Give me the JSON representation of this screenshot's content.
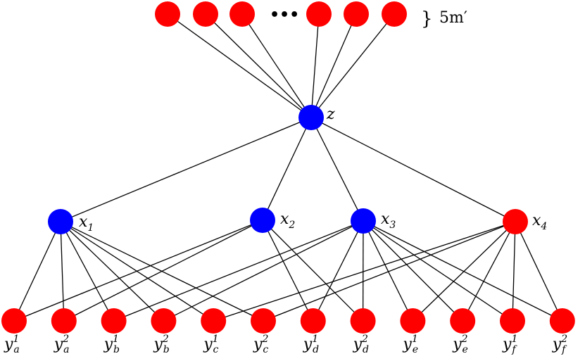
{
  "colors": {
    "red": "#ff0000",
    "blue": "#0000ff"
  },
  "top_group": {
    "brace": "}",
    "count_label": "5m′",
    "ellipsis": "•••"
  },
  "hub": {
    "name": "z",
    "color": "blue"
  },
  "mid_nodes": [
    {
      "name": "x",
      "sub": "1",
      "color": "blue"
    },
    {
      "name": "x",
      "sub": "2",
      "color": "blue"
    },
    {
      "name": "x",
      "sub": "3",
      "color": "blue"
    },
    {
      "name": "x",
      "sub": "4",
      "color": "red"
    }
  ],
  "bottom_nodes": [
    {
      "name": "y",
      "sub": "a",
      "sup": "1"
    },
    {
      "name": "y",
      "sub": "a",
      "sup": "2"
    },
    {
      "name": "y",
      "sub": "b",
      "sup": "1"
    },
    {
      "name": "y",
      "sub": "b",
      "sup": "2"
    },
    {
      "name": "y",
      "sub": "c",
      "sup": "1"
    },
    {
      "name": "y",
      "sub": "c",
      "sup": "2"
    },
    {
      "name": "y",
      "sub": "d",
      "sup": "1"
    },
    {
      "name": "y",
      "sub": "d",
      "sup": "2"
    },
    {
      "name": "y",
      "sub": "e",
      "sup": "1"
    },
    {
      "name": "y",
      "sub": "e",
      "sup": "2"
    },
    {
      "name": "y",
      "sub": "f",
      "sup": "1"
    },
    {
      "name": "y",
      "sub": "f",
      "sup": "2"
    }
  ],
  "edges_mid_bottom": [
    [
      0,
      0
    ],
    [
      0,
      1
    ],
    [
      0,
      2
    ],
    [
      0,
      3
    ],
    [
      0,
      4
    ],
    [
      0,
      5
    ],
    [
      1,
      0
    ],
    [
      1,
      1
    ],
    [
      1,
      6
    ],
    [
      1,
      7
    ],
    [
      2,
      2
    ],
    [
      2,
      3
    ],
    [
      2,
      6
    ],
    [
      2,
      7
    ],
    [
      2,
      8
    ],
    [
      2,
      9
    ],
    [
      2,
      10
    ],
    [
      2,
      11
    ],
    [
      3,
      4
    ],
    [
      3,
      5
    ],
    [
      3,
      8
    ],
    [
      3,
      9
    ],
    [
      3,
      10
    ],
    [
      3,
      11
    ]
  ]
}
